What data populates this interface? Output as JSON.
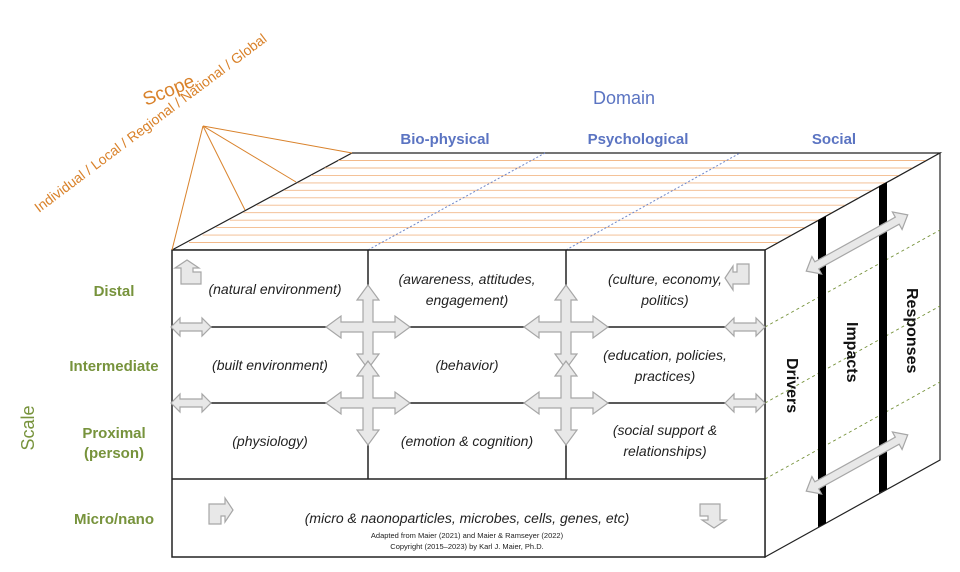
{
  "scope": {
    "title": "Scope",
    "levels": "Individual / Local / Regional / National / Global"
  },
  "domain": {
    "title": "Domain",
    "columns": [
      "Bio-physical",
      "Psychological",
      "Social"
    ]
  },
  "scale": {
    "title": "Scale",
    "rows": {
      "distal": "Distal",
      "intermediate": "Intermediate",
      "proximal_1": "Proximal",
      "proximal_2": "(person)",
      "micro": "Micro/nano"
    }
  },
  "cells": {
    "distal": [
      "(natural environment)",
      "(awareness, attitudes,",
      "engagement)",
      "(culture, economy,",
      "politics)"
    ],
    "intermediate": [
      "(built environment)",
      "(behavior)",
      "(education, policies,",
      "practices)"
    ],
    "proximal": [
      "(physiology)",
      "(emotion & cognition)",
      "(social support &",
      "relationships)"
    ],
    "micro": "(micro & naonoparticles, microbes, cells, genes, etc)"
  },
  "side_panels": [
    "Drivers",
    "Impacts",
    "Responses"
  ],
  "credits": [
    "Adapted from Maier (2021) and Maier & Ramseyer (2022)",
    "Copyright (2015–2023) by Karl J. Maier, Ph.D."
  ],
  "colors": {
    "scope": "#D9822B",
    "domain": "#5B74C2",
    "scale": "#77933C",
    "arrow_fill": "#E8E8E8",
    "arrow_stroke": "#A6A6A6"
  },
  "icons": [
    "bidirectional-arrow-icon",
    "four-way-arrow-icon",
    "corner-arrow-icon"
  ]
}
